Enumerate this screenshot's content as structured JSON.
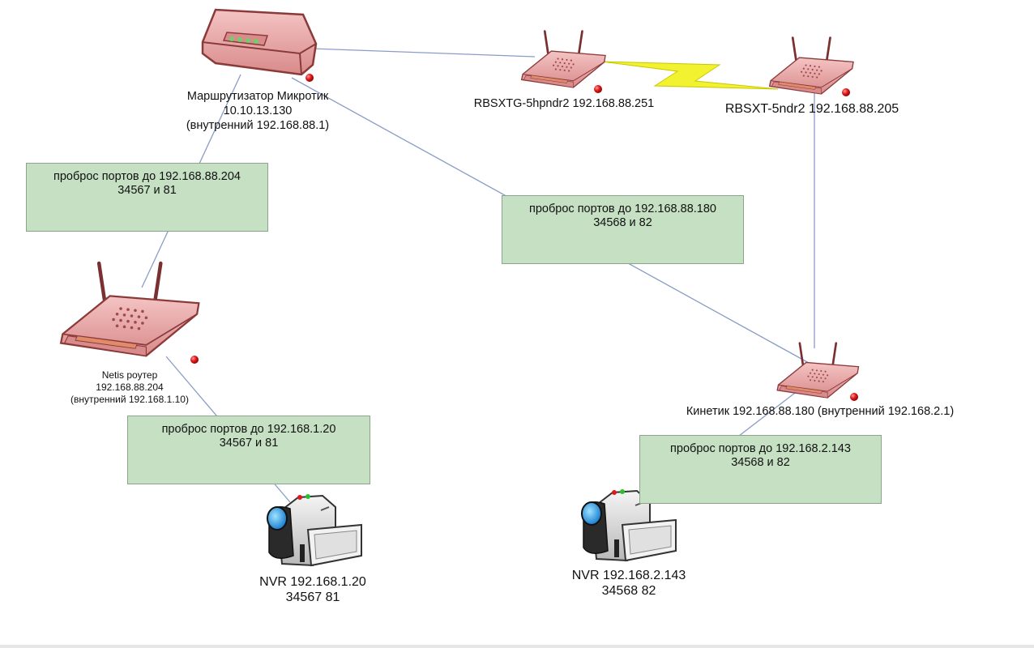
{
  "devices": {
    "mikrotik": {
      "name": "Маршрутизатор Микротик",
      "ip": "10.10.13.130",
      "internal": "(внутренний 192.168.88.1)"
    },
    "rbsxtg": {
      "label": "RBSXTG-5hpndr2 192.168.88.251"
    },
    "rbsxt": {
      "label": "RBSXT-5ndr2 192.168.88.205"
    },
    "netis": {
      "name": "Netis роутер",
      "ip": "192.168.88.204",
      "internal": "(внутренний 192.168.1.10)"
    },
    "keenetic": {
      "label": "Кинетик 192.168.88.180 (внутренний 192.168.2.1)"
    },
    "nvr1": {
      "name": "NVR 192.168.1.20",
      "ports": "34567 81"
    },
    "nvr2": {
      "name": "NVR 192.168.2.143",
      "ports": "34568 82"
    }
  },
  "forwards": [
    {
      "title": "проброс портов до 192.168.88.204",
      "ports": "34567 и 81"
    },
    {
      "title": "проброс портов до 192.168.88.180",
      "ports": "34568 и 82"
    },
    {
      "title": "проброс портов до 192.168.1.20",
      "ports": "34567 и 81"
    },
    {
      "title": "проброс портов до 192.168.2.143",
      "ports": "34568 и 82"
    }
  ],
  "colors": {
    "router_fill": "#e8a8a8",
    "router_stroke": "#8b3a3a",
    "link_line": "#8a9cc6",
    "wireless_bolt": "#f2f230",
    "note_fill": "#c6e0c3",
    "status_dot": "#e01818"
  },
  "icons": [
    "router-icon",
    "wireless-ap-icon",
    "camcorder-icon",
    "status-dot-icon",
    "lightning-bolt-icon"
  ]
}
